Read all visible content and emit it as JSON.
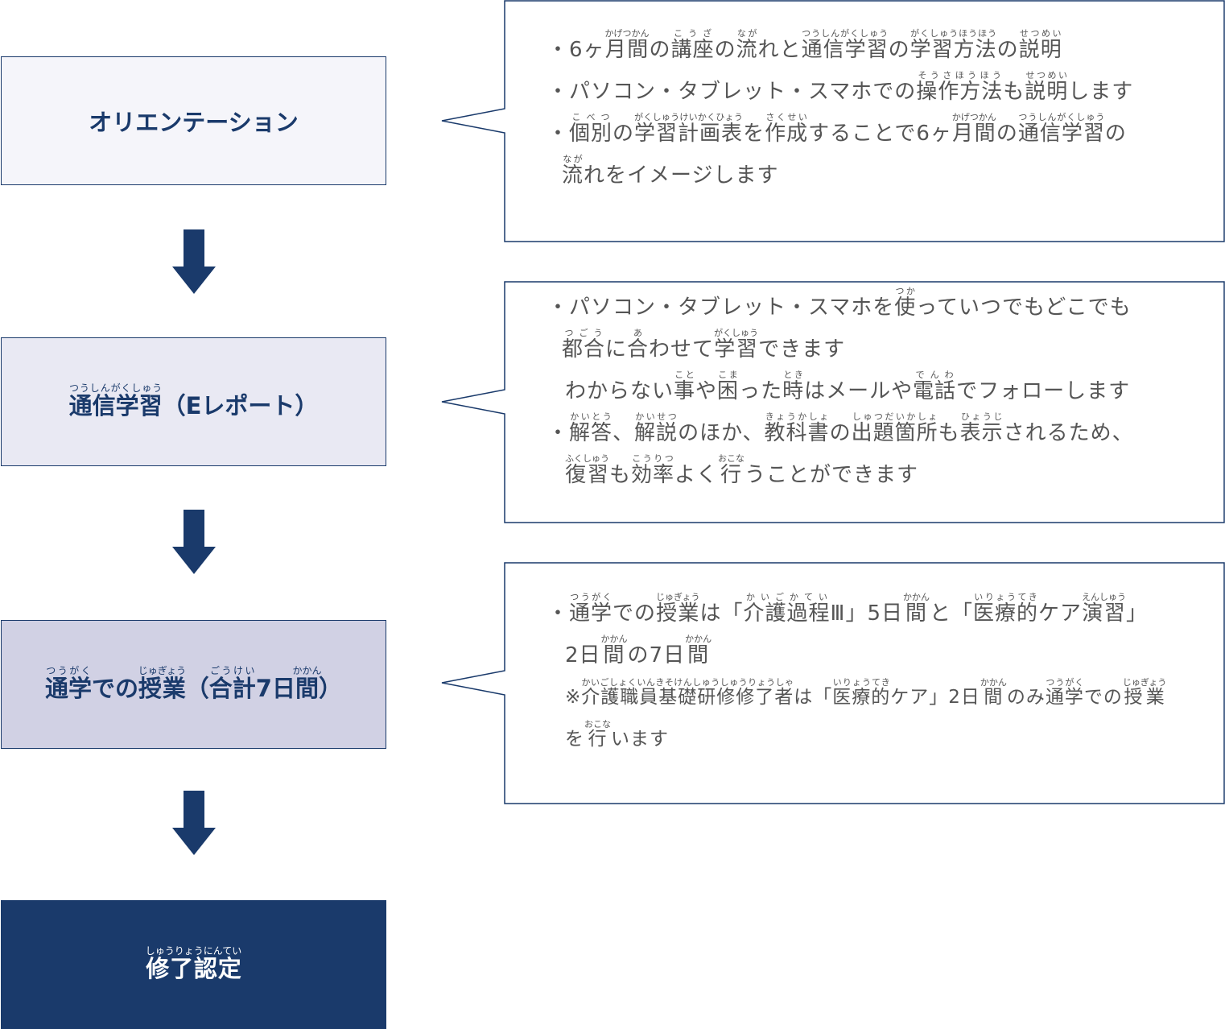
{
  "colors": {
    "navy": "#1a3a6b",
    "step1": "#f5f5fa",
    "step2": "#e9e9f3",
    "step3": "#d1d1e4",
    "text": "#555555"
  },
  "steps": [
    {
      "segments": [
        "オリエンテーション"
      ]
    },
    {
      "segments": [
        [
          "通信学習",
          "つうしんがくしゅう"
        ],
        "（Eレポート）"
      ]
    },
    {
      "segments": [
        [
          "通学",
          "つうがく"
        ],
        "での",
        [
          "授業",
          "じゅぎょう"
        ],
        "（",
        [
          "合計",
          "ごうけい"
        ],
        "7日",
        [
          "間",
          "かかん"
        ],
        "）"
      ]
    },
    {
      "segments": [
        [
          "修了認定",
          "しゅうりょうにんてい"
        ]
      ]
    }
  ],
  "callouts": [
    {
      "lines": [
        {
          "indent": 0,
          "segments": [
            "・6ヶ",
            [
              "月間",
              "かげつかん"
            ],
            "の",
            [
              "講座",
              "こうざ"
            ],
            "の",
            [
              "流",
              "なが"
            ],
            "れと",
            [
              "通信学習",
              "つうしんがくしゅう"
            ],
            "の",
            [
              "学習方法",
              "がくしゅうほうほう"
            ],
            "の",
            [
              "説明",
              "せつめい"
            ]
          ]
        },
        {
          "indent": 0,
          "segments": [
            "・パソコン・タブレット・スマホでの",
            [
              "操作方法",
              "そうさほうほう"
            ],
            "も",
            [
              "説明",
              "せつめい"
            ],
            "します"
          ]
        },
        {
          "indent": 0,
          "segments": [
            "・",
            [
              "個別",
              "こべつ"
            ],
            "の",
            [
              "学習計画表",
              "がくしゅうけいかくひょう"
            ],
            "を",
            [
              "作成",
              "さくせい"
            ],
            "することで6ヶ",
            [
              "月間",
              "かげつかん"
            ],
            "の",
            [
              "通信学習",
              "つうしんがくしゅう"
            ],
            "の"
          ]
        },
        {
          "indent": 1,
          "segments": [
            [
              "流",
              "なが"
            ],
            "れをイメージします"
          ]
        }
      ]
    },
    {
      "lines": [
        {
          "indent": 0,
          "segments": [
            "・パソコン・タブレット・スマホを",
            [
              "使",
              "つか"
            ],
            "っていつでもどこでも"
          ]
        },
        {
          "indent": 1,
          "segments": [
            [
              "都合",
              "つごう"
            ],
            "に",
            [
              "合",
              "あ"
            ],
            "わせて",
            [
              "学習",
              "がくしゅう"
            ],
            "できます"
          ]
        },
        {
          "indent": 2,
          "segments": [
            "わからない",
            [
              "事",
              "こと"
            ],
            "や",
            [
              "困",
              "こま"
            ],
            "った",
            [
              "時",
              "とき"
            ],
            "はメールや",
            [
              "電話",
              "でんわ"
            ],
            "でフォローします"
          ]
        },
        {
          "indent": 0,
          "segments": [
            "・",
            [
              "解答",
              "かいとう"
            ],
            "、",
            [
              "解説",
              "かいせつ"
            ],
            "のほか、",
            [
              "教科書",
              "きょうかしょ"
            ],
            "の",
            [
              "出題箇所",
              "しゅつだいかしょ"
            ],
            "も",
            [
              "表示",
              "ひょうじ"
            ],
            "されるため、"
          ]
        },
        {
          "indent": 2,
          "segments": [
            [
              "復習",
              "ふくしゅう"
            ],
            "も",
            [
              "効率",
              "こうりつ"
            ],
            "よく",
            [
              "行",
              "おこな"
            ],
            "うことができます"
          ]
        }
      ]
    },
    {
      "lines": [
        {
          "indent": 0,
          "segments": [
            "・",
            [
              "通学",
              "つうがく"
            ],
            "での",
            [
              "授業",
              "じゅぎょう"
            ],
            "は「",
            [
              "介護過程",
              "かいごかてい"
            ],
            "Ⅲ」5日",
            [
              "間",
              "かかん"
            ],
            "と「",
            [
              "医療的",
              "いりょうてき"
            ],
            "ケア",
            [
              "演習",
              "えんしゅう"
            ],
            "」"
          ]
        },
        {
          "indent": 2,
          "segments": [
            "2日",
            [
              "間",
              "かかん"
            ],
            "の7日",
            [
              "間",
              "かかん"
            ]
          ]
        },
        {
          "indent": 2,
          "small": true,
          "segments": [
            "※",
            [
              "介護職員基礎研修修了者",
              "かいごしょくいんきそけんしゅうしゅうりょうしゃ"
            ],
            "は「",
            [
              "医療的",
              "いりょうてき"
            ],
            "ケア」2日",
            [
              "間",
              "かかん"
            ],
            "のみ",
            [
              "通学",
              "つうがく"
            ],
            "での",
            [
              "授業",
              "じゅぎょう"
            ]
          ]
        },
        {
          "indent": 2,
          "small": true,
          "segments": [
            "を",
            [
              "行",
              "おこな"
            ],
            "います"
          ]
        }
      ]
    }
  ]
}
